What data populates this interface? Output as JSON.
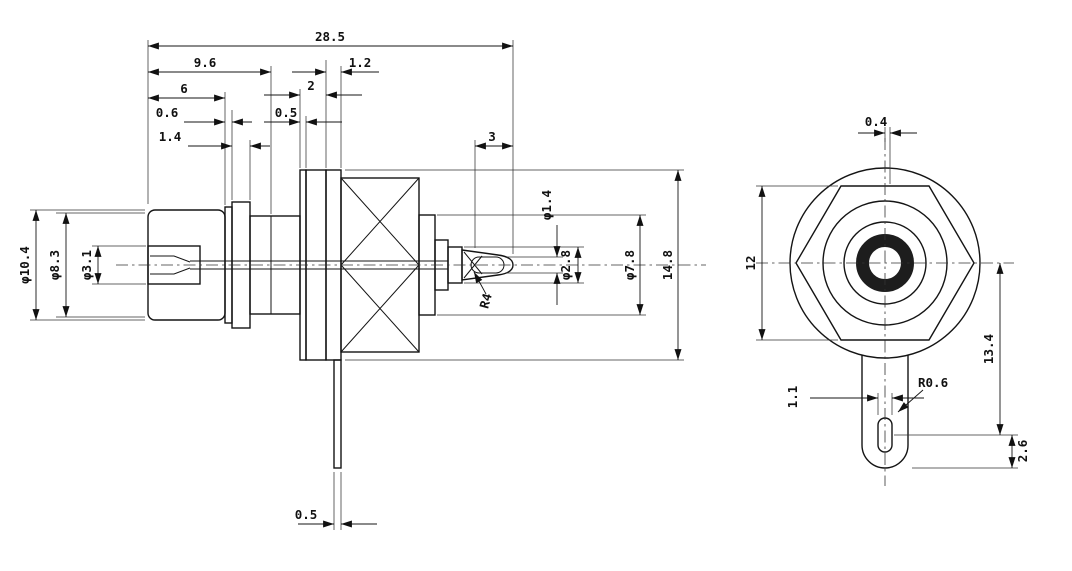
{
  "drawing_type": "engineering-drawing",
  "views": {
    "side": {
      "top": {
        "overall": "28.5",
        "len_9_6": "9.6",
        "len_6": "6",
        "len_0_6": "0.6",
        "len_1_4": "1.4",
        "len_2": "2",
        "len_0_5": "0.5",
        "len_1_2": "1.2",
        "len_3": "3"
      },
      "left": {
        "dia_10_4": "φ10.4",
        "dia_8_3": "φ8.3",
        "dia_3_1": "φ3.1"
      },
      "right": {
        "dia_1_4": "φ1.4",
        "dia_2_8": "φ2.8",
        "dia_7_8": "φ7.8",
        "height_14_8": "14.8"
      },
      "bottom": {
        "leg_width": "0.5"
      },
      "labels": {
        "radius_r4": "R4"
      }
    },
    "front": {
      "dims": {
        "offset_0_4": "0.4",
        "hex_12": "12",
        "len_13_4": "13.4",
        "hole_1_1": "1.1",
        "radius_r0_6": "R0.6",
        "len_2_6": "2.6"
      }
    }
  }
}
